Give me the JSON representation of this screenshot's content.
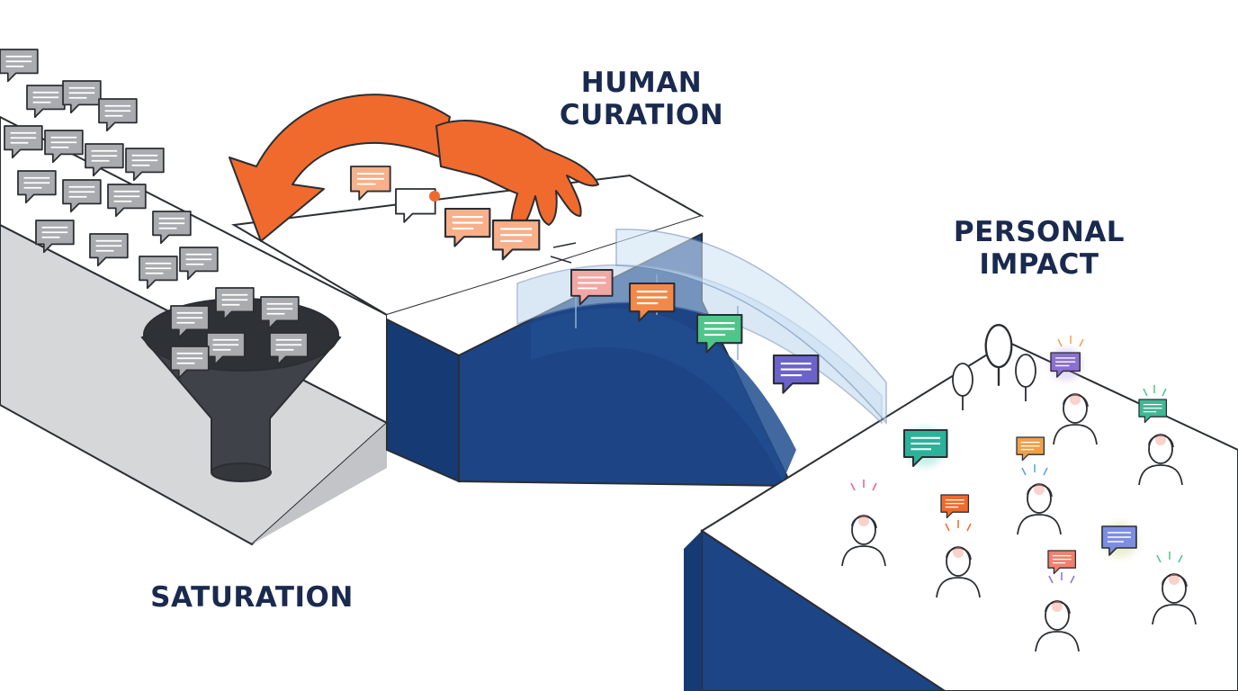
{
  "labels": {
    "curation": [
      "HUMAN",
      "CURATION"
    ],
    "impact": [
      "PERSONAL",
      "IMPACT"
    ],
    "saturation": "SATURATION"
  },
  "colors": {
    "navy": "#1d4484",
    "navy_text": "#1a2a4f",
    "orange": "#f06a2d",
    "gray_bubble": "#a9abaf",
    "funnel": "#3f4349",
    "outline": "#2b2e33",
    "platform_side": "#d6d7d9"
  },
  "bridge_bubbles": [
    "#f2a7a4",
    "#f0894a",
    "#4fc58a",
    "#6b63c9"
  ],
  "audience_bubbles": [
    "#2bb39a",
    "#8b6fd1",
    "#3fb894",
    "#f0a04a",
    "#f06a2d",
    "#f08070",
    "#7c8ee0"
  ],
  "icons": [
    "hand-icon",
    "curved-arrow-icon",
    "funnel-icon",
    "chat-bubble-icon",
    "person-icon",
    "tree-icon"
  ]
}
